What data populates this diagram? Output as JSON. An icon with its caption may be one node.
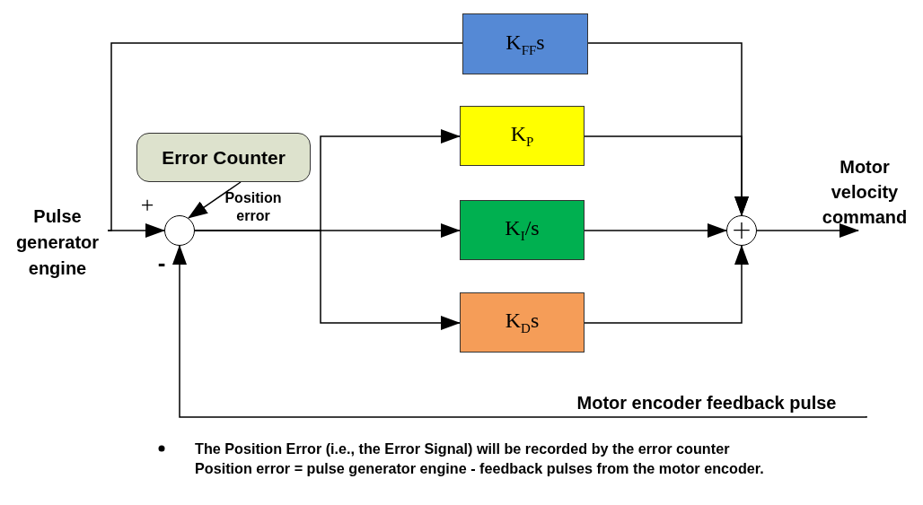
{
  "diagram": {
    "nodes": [
      {
        "text": [
          "Pulse generator engine"
        ]
      },
      {
        "text": [],
        "shape": "circle"
      },
      {
        "text": [
          "Error Counter"
        ]
      },
      {
        "text": [
          "K$_{FF}$s"
        ]
      },
      {
        "text": [
          "K$_{P}$"
        ]
      },
      {
        "text": [
          "K$_{I}$/s"
        ]
      },
      {
        "text": [
          "K$_{D}$s"
        ]
      },
      {
        "text": [
          "+"
        ]
      },
      {
        "text": [
          "Motor encoder feedback pulse"
        ]
      },
      {
        "text": [
          "Motor velocity command"
        ]
      }
    ],
    "edges": [
      {
        "from": 0,
        "to": 1,
        "arrow": "to"
      },
      {
        "from": 2,
        "to": 1,
        "arrow": "to"
      },
      {
        "from": 0,
        "to": 3,
        "arrow": "none"
      },
      {
        "from": 1,
        "to": 4,
        "arrow": "to"
      },
      {
        "from": 1,
        "to": 5,
        "arrow": "to"
      },
      {
        "from": 1,
        "to": 6,
        "arrow": "to"
      },
      {
        "from": 3,
        "to": 7,
        "arrow": "to"
      },
      {
        "from": 4,
        "to": 7,
        "arrow": "to"
      },
      {
        "from": 5,
        "to": 7,
        "arrow": "to"
      },
      {
        "from": 6,
        "to": 7,
        "arrow": "to"
      },
      {
        "from": 7,
        "to": 9,
        "arrow": "to"
      },
      {
        "from": 8,
        "to": 1,
        "arrow": "to"
      }
    ],
    "labels": [
      "+",
      "-",
      "Position error",
      "The Position Error (i.e., the Error Signal) will be recorded by the error counter",
      "Position error = pulse generator engine - feedback pulses from the motor encoder."
    ]
  }
}
